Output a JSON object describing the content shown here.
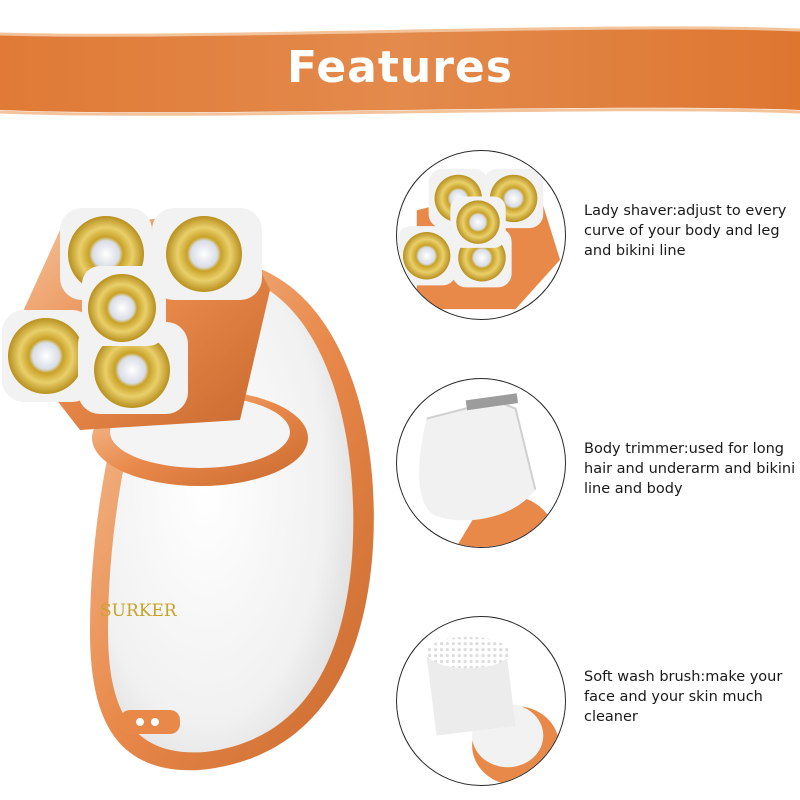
{
  "banner": {
    "title": "Features"
  },
  "product": {
    "brand": "SURKER"
  },
  "features": [
    {
      "icon": "shaver-head-icon",
      "text": "Lady shaver:adjust to every curve of your body and leg and bikini line"
    },
    {
      "icon": "trimmer-head-icon",
      "text": "Body trimmer:used for long hair and underarm and bikini line and body"
    },
    {
      "icon": "brush-head-icon",
      "text": "Soft wash brush:make your face and your skin much cleaner"
    }
  ],
  "colors": {
    "accent": "#e8894a",
    "accent_light": "#f6c9a0",
    "gold": "#c9a227",
    "text": "#1a1a1a"
  }
}
